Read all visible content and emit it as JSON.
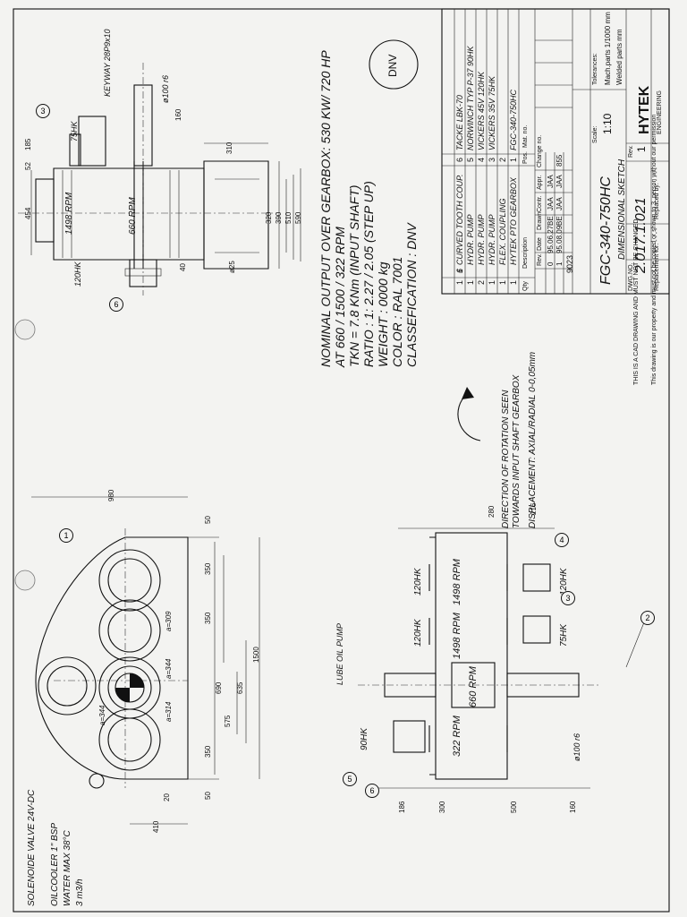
{
  "title_block": {
    "drawing_title": "FGC-340-750HC",
    "drawing_subtitle": "DIMENSIONAL SKETCH",
    "drawing_number": "2.017.1.021",
    "revision": "1",
    "scale_label": "Scale:",
    "scale": "1:10",
    "tolerances_label": "Tolerances:",
    "tolerance_mach": "Mach.parts 1/1000 mm",
    "tolerance_weld": "Welded parts mm",
    "company": "HYTEK",
    "company_sub": "ENGINEERING",
    "dwg_no_label": "DWG.NO.",
    "rev_label": "Rev.",
    "replacement_for": "Replacement for: - - - -",
    "replaced_by": "Replaced by: - - - -",
    "project_no": "9023",
    "cad_notice": "THIS IS A CAD DRAWING AND MUST NOT BE CHANGED",
    "property_notice": "This drawing is our property and must not be copied or shown to 3. person without our permission"
  },
  "parts_list": [
    {
      "pos": "6",
      "qty": "1",
      "name": "CURVED TOOTH COUP.",
      "remark": "TACKE LBK-70"
    },
    {
      "pos": "5",
      "qty": "1",
      "name": "HYDR. PUMP",
      "remark": "NORWINCH TYP P-37 90HK"
    },
    {
      "pos": "4",
      "qty": "2",
      "name": "HYDR. PUMP",
      "remark": "VICKERS 45V 120HK"
    },
    {
      "pos": "3",
      "qty": "1",
      "name": "HYDR. PUMP",
      "remark": "VICKERS 35V 75HK"
    },
    {
      "pos": "2",
      "qty": "1",
      "name": "FLEX. COUPLING",
      "remark": ""
    },
    {
      "pos": "1",
      "qty": "1",
      "name": "HYTEK PTO GEARBOX",
      "remark": "FGC-340-750HC"
    }
  ],
  "parts_header": {
    "qty": "Qty",
    "description": "Description",
    "pos": "Pos.",
    "mat_no": "Mat. no."
  },
  "revisions": [
    {
      "rev": "0",
      "date": "95.06.27",
      "drawn": "BE",
      "cont": "JAA",
      "appr": "JAA",
      "change": ""
    },
    {
      "rev": "1",
      "date": "95.08.09",
      "drawn": "BE",
      "cont": "JAA",
      "appr": "JAA",
      "change": "855"
    }
  ],
  "revision_header": {
    "rev": "Rev.",
    "date": "Date",
    "drawn": "Drawn",
    "cont": "Contr.",
    "appr": "Appr.",
    "change": "Change no."
  },
  "spec_notes": [
    "NOMINAL OUTPUT OVER GEARBOX: 530 KW/ 720 HP",
    "AT 660 / 1500 / 322 RPM",
    "TKN = 7.8 KNm (INPUT SHAFT)",
    "RATIO : 1: 2.27 / 2.05 (STEP UP)",
    "WEIGHT : 0000 kg",
    "COLOR : RAL 7001",
    "CLASSEFICATION : DNV"
  ],
  "rotation_notes": [
    "DIRECTION OF ROTATION SEEN",
    "TOWARDS INPUT SHAFT GEARBOX",
    "DISPLACEMENT: AXIAL/RADIAL 0-0,05mm"
  ],
  "class_stamp": "DNV",
  "side_view": {
    "keyway": "KEYWAY 28P9x10",
    "shaft_dia": "ø100 r6",
    "pump_75": "75HK",
    "pump_120": "120HK",
    "rpm_out": "1498 RPM",
    "rpm_in": "660 RPM",
    "dims": [
      "52",
      "185",
      "454",
      "160",
      "310",
      "320",
      "390",
      "510",
      "590",
      "40",
      "ø25"
    ]
  },
  "front_view": {
    "overall": "980",
    "d_309": "a=309",
    "d_344": "a=344",
    "d_314": "a=314",
    "spacings": [
      "350",
      "350",
      "350",
      "50",
      "50"
    ],
    "heights": [
      "1500",
      "690",
      "635",
      "575"
    ],
    "bottom": [
      "20",
      "410"
    ],
    "solenoid": "SOLENOIDE VALVE 24V-DC",
    "oilcooler": [
      "OILCOOLER 1\" BSP",
      "WATER MAX 38°C",
      "3 m3/h"
    ]
  },
  "top_view": {
    "lube_pump": "LUBE OIL PUMP",
    "rpm_1": "1498 RPM",
    "rpm_2": "1498 RPM",
    "rpm_3": "660 RPM",
    "rpm_4": "322 RPM",
    "hk_1": "120HK",
    "hk_2": "120HK",
    "hk_3": "75HK",
    "hk_4": "90HK",
    "hk_5": "120HK",
    "shaft": "ø100 r6",
    "top_dims": [
      "280",
      "216"
    ],
    "bottom_dims": [
      "186",
      "300",
      "500",
      "160"
    ]
  },
  "balloons": [
    "1",
    "2",
    "3",
    "4",
    "5",
    "6"
  ]
}
